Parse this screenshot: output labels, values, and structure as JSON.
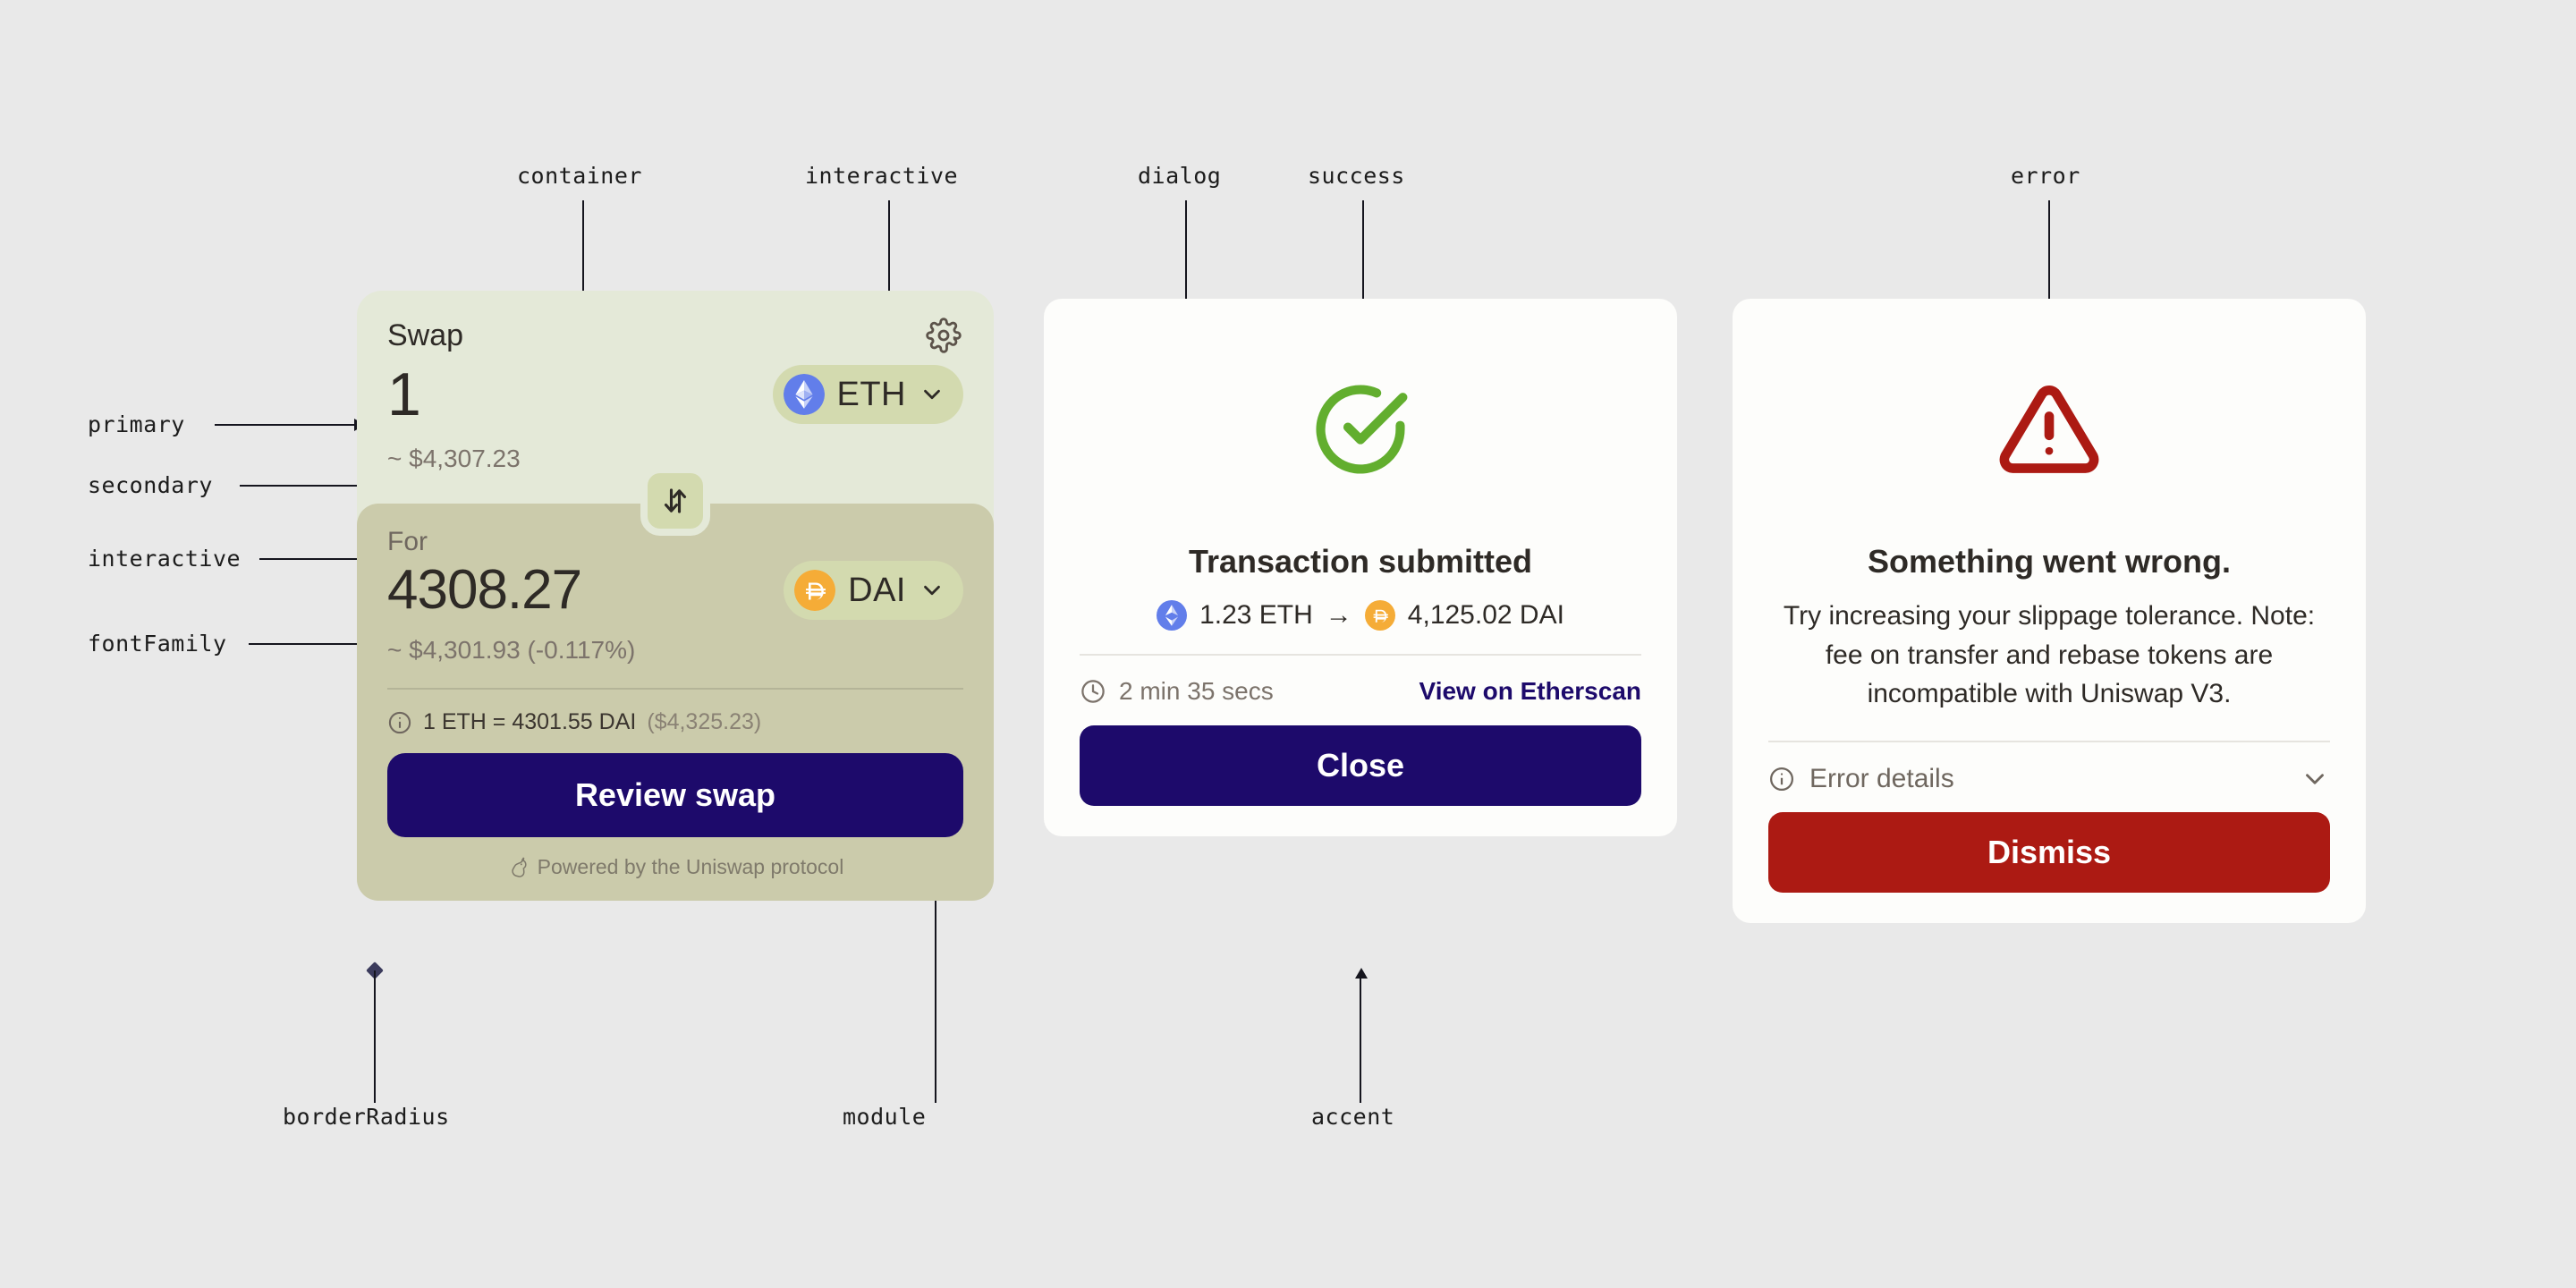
{
  "canvas": {
    "background": "#e9e9e9"
  },
  "annotations": {
    "container": "container",
    "interactive_top": "interactive",
    "dialog": "dialog",
    "success": "success",
    "error": "error",
    "primary": "primary",
    "secondary": "secondary",
    "interactive_left": "interactive",
    "fontFamily": "fontFamily",
    "borderRadius": "borderRadius",
    "module": "module",
    "accent": "accent"
  },
  "swap_card": {
    "title": "Swap",
    "settings_icon": "gear-icon",
    "pay": {
      "amount": "1",
      "usd": "~ $4,307.23",
      "token": {
        "symbol": "ETH",
        "icon": "ethereum-icon",
        "color": "#627eea"
      }
    },
    "toggle_icon": "swap-direction-icon",
    "receive": {
      "label": "For",
      "amount": "4308.27",
      "usd": "~ $4,301.93 (-0.117%)",
      "token": {
        "symbol": "DAI",
        "icon": "dai-icon",
        "color": "#f5ac37"
      }
    },
    "rate": {
      "main": "1 ETH = 4301.55 DAI",
      "usd": "($4,325.23)",
      "icon": "info-icon"
    },
    "cta_label": "Review swap",
    "footer": {
      "text": "Powered by the Uniswap protocol",
      "icon": "unicorn-icon"
    },
    "colors": {
      "container": "#e4e9d8",
      "module": "#cbcbab",
      "pill": "#d3daaf",
      "accent": "#1d0a6b",
      "primary_text": "#2e2a26",
      "secondary_text": "#7c736b"
    }
  },
  "dialog_success": {
    "icon": "success-check-icon",
    "icon_color": "#62ae2e",
    "title": "Transaction submitted",
    "from": {
      "amount": "1.23 ETH",
      "icon": "ethereum-icon"
    },
    "arrow": "→",
    "to": {
      "amount": "4,125.02 DAI",
      "icon": "dai-icon"
    },
    "time_icon": "clock-icon",
    "time": "2 min 35 secs",
    "link": "View on Etherscan",
    "button": "Close",
    "button_color": "#1d0a6b"
  },
  "dialog_error": {
    "icon": "warning-triangle-icon",
    "icon_color": "#ac1a13",
    "title": "Something went wrong.",
    "body": "Try increasing your slippage tolerance. Note: fee on transfer and rebase tokens are incompatible with Uniswap V3.",
    "details_icon": "info-icon",
    "details_label": "Error details",
    "chevron": "chevron-down-icon",
    "button": "Dismiss",
    "button_color": "#ac1a13"
  }
}
